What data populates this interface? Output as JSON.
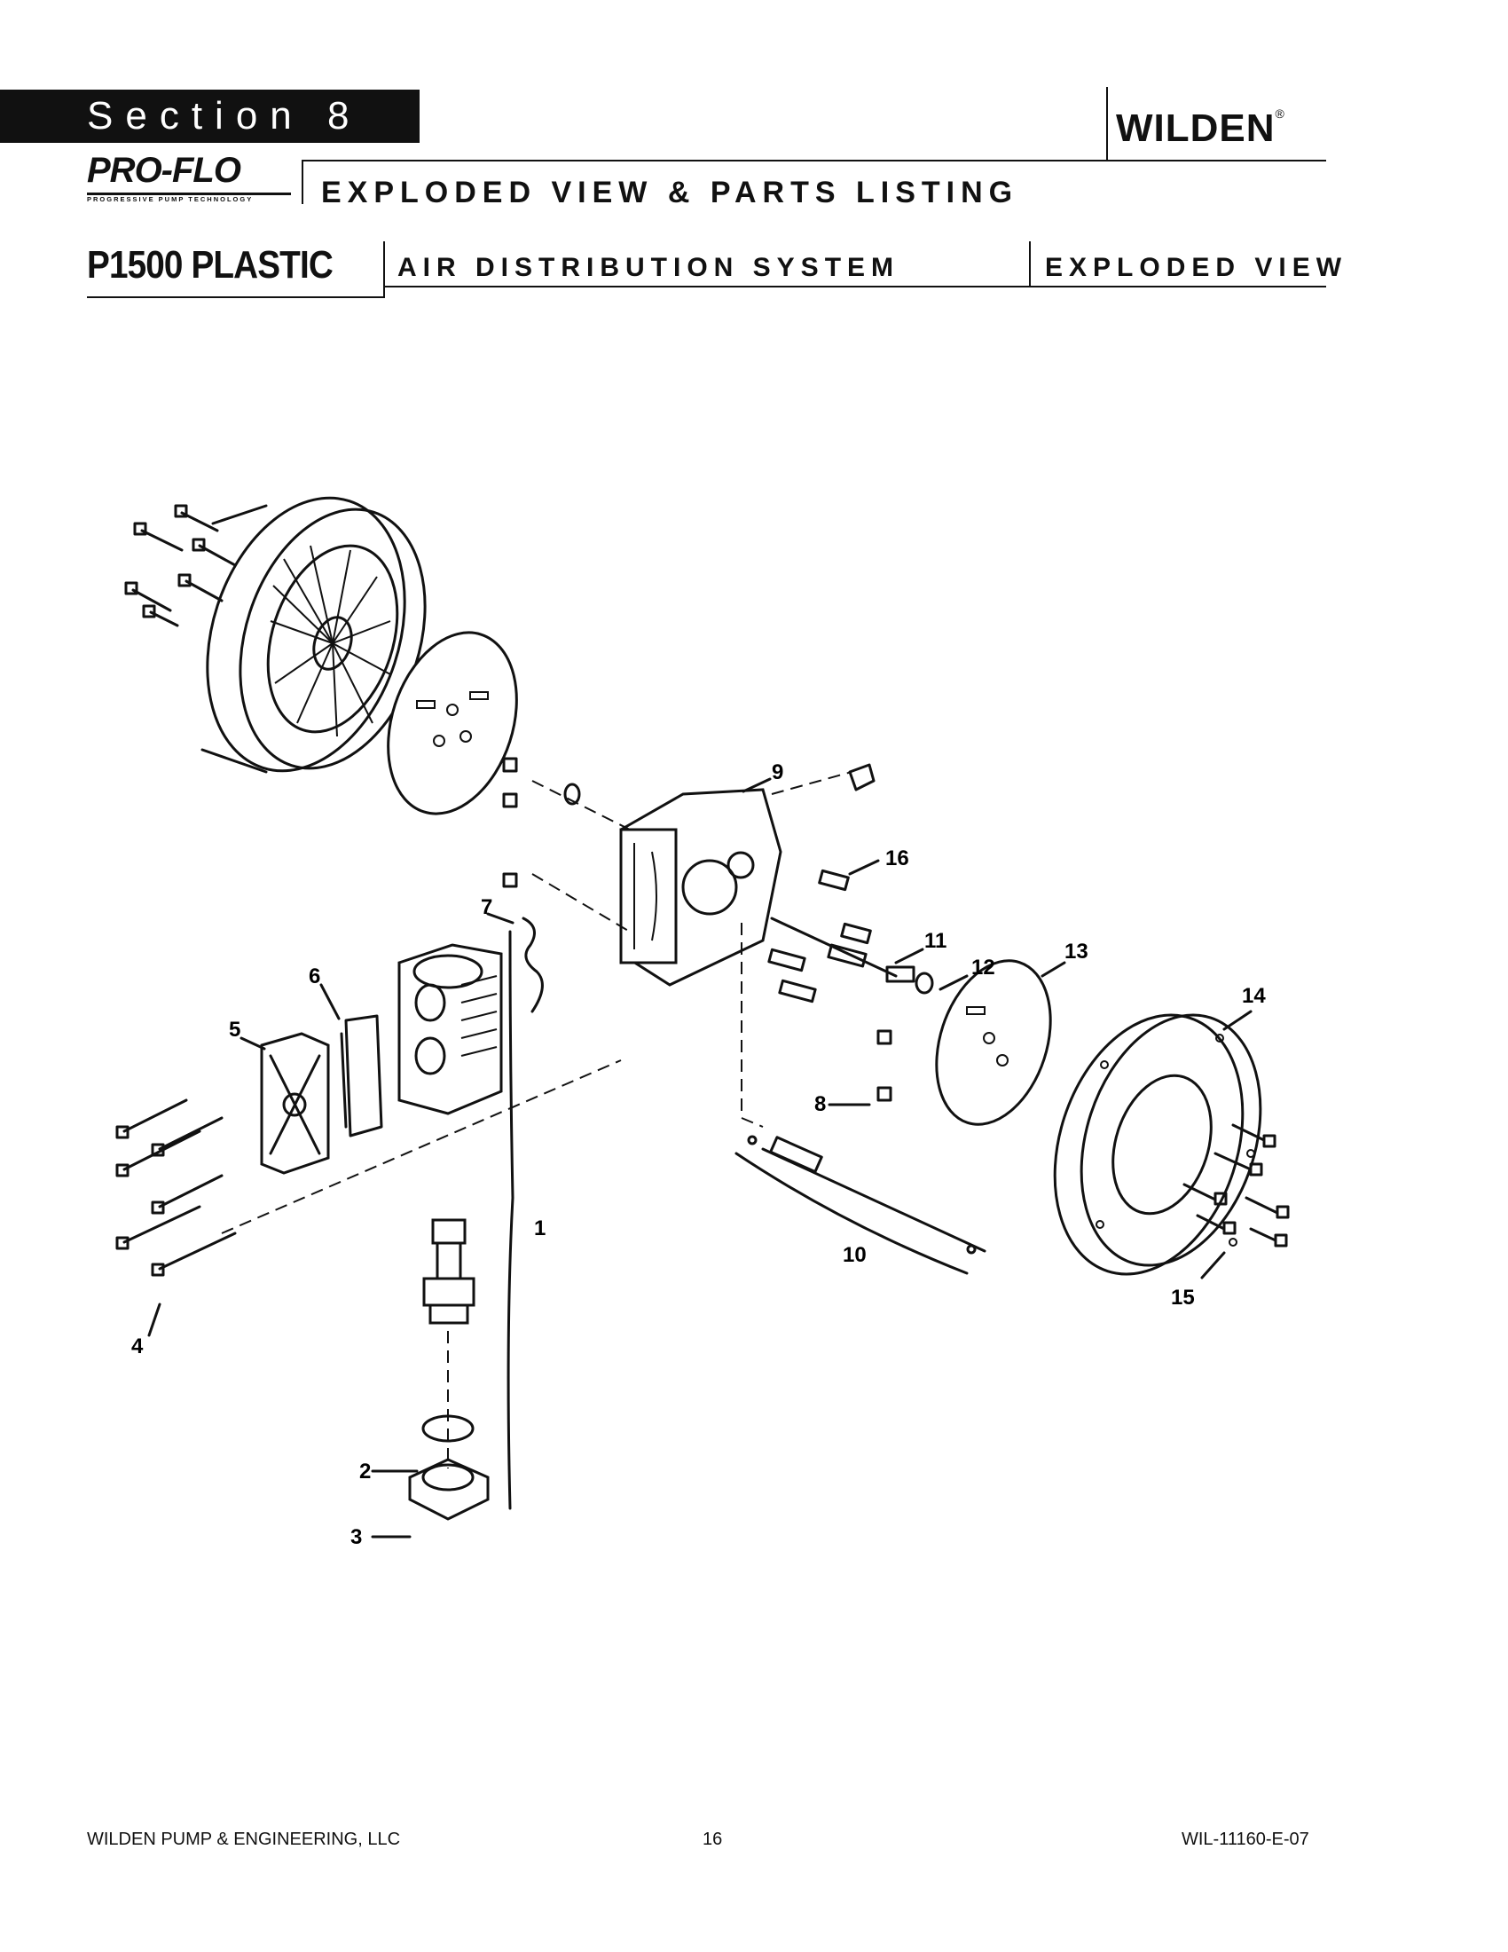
{
  "header": {
    "section": "Section 8",
    "brand": "WILDEN",
    "brand_mark": "®",
    "proflo_logo": "PRO-FLO",
    "proflo_tagline": "PROGRESSIVE PUMP TECHNOLOGY",
    "title": "EXPLODED VIEW & PARTS LISTING"
  },
  "subheader": {
    "model": "P1500 PLASTIC",
    "system": "AIR DISTRIBUTION SYSTEM",
    "view": "EXPLODED VIEW"
  },
  "diagram": {
    "callouts": [
      "1",
      "2",
      "3",
      "4",
      "5",
      "6",
      "7",
      "8",
      "9",
      "10",
      "11",
      "12",
      "13",
      "14",
      "15",
      "16"
    ]
  },
  "footer": {
    "company": "WILDEN PUMP & ENGINEERING, LLC",
    "page": "16",
    "doc_id": "WIL-11160-E-07"
  }
}
